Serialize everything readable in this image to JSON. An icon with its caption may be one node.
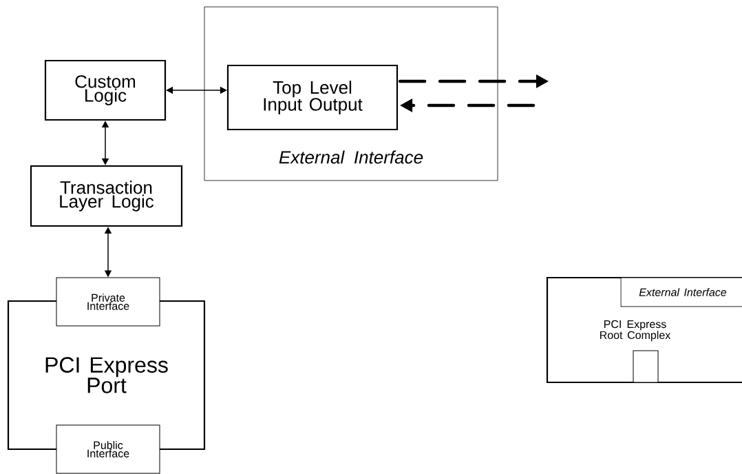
{
  "diagram": {
    "nodes": [
      {
        "text": [
          "External Interface"
        ]
      },
      {
        "text": [
          "Top Level Input Output"
        ],
        "in": 0
      },
      {
        "text": [
          "Custom Logic"
        ]
      },
      {
        "text": [
          "Transaction Layer Logic"
        ]
      },
      {
        "text": [
          "PCI Express Port"
        ]
      },
      {
        "text": [
          "Private Interface"
        ]
      },
      {
        "text": [
          "Public Interface"
        ]
      },
      {
        "text": [
          "PCI Express Root Complex"
        ]
      },
      {
        "text": [
          "External Interface"
        ],
        "in": 7
      },
      {
        "text": [],
        "shape": "box",
        "in": 7
      }
    ],
    "edges": [
      {
        "from": 2,
        "to": 1,
        "arrow": "both"
      },
      {
        "from": 2,
        "to": 3,
        "arrow": "both"
      },
      {
        "from": 3,
        "to": 5,
        "arrow": "both"
      },
      {
        "from": 1,
        "to": null,
        "arrow": "to",
        "style": "dashed"
      },
      {
        "from": null,
        "to": 1,
        "arrow": "to",
        "style": "dashed"
      }
    ]
  }
}
